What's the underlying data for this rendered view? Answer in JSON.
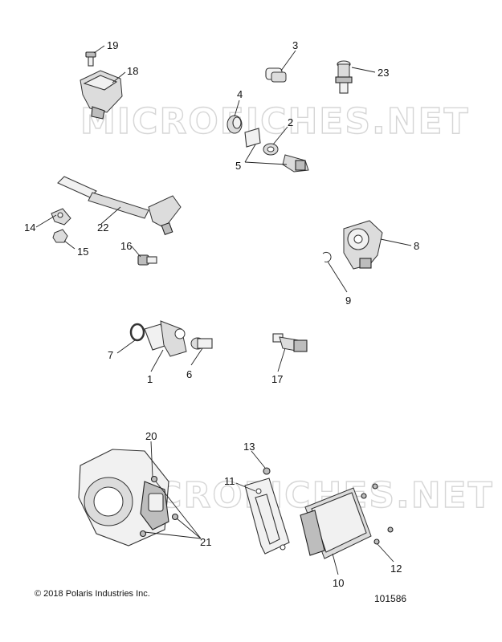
{
  "watermark": "MICROFICHES.NET",
  "copyright": "© 2018 Polaris Industries Inc.",
  "drawing_number": "101586",
  "callouts": {
    "c1": "1",
    "c2": "2",
    "c3": "3",
    "c4": "4",
    "c5": "5",
    "c6": "6",
    "c7": "7",
    "c8": "8",
    "c9": "9",
    "c10": "10",
    "c11": "11",
    "c12": "12",
    "c13": "13",
    "c14": "14",
    "c15": "15",
    "c16": "16",
    "c17": "17",
    "c18": "18",
    "c19": "19",
    "c20": "20",
    "c21": "21",
    "c22": "22",
    "c23": "23"
  }
}
